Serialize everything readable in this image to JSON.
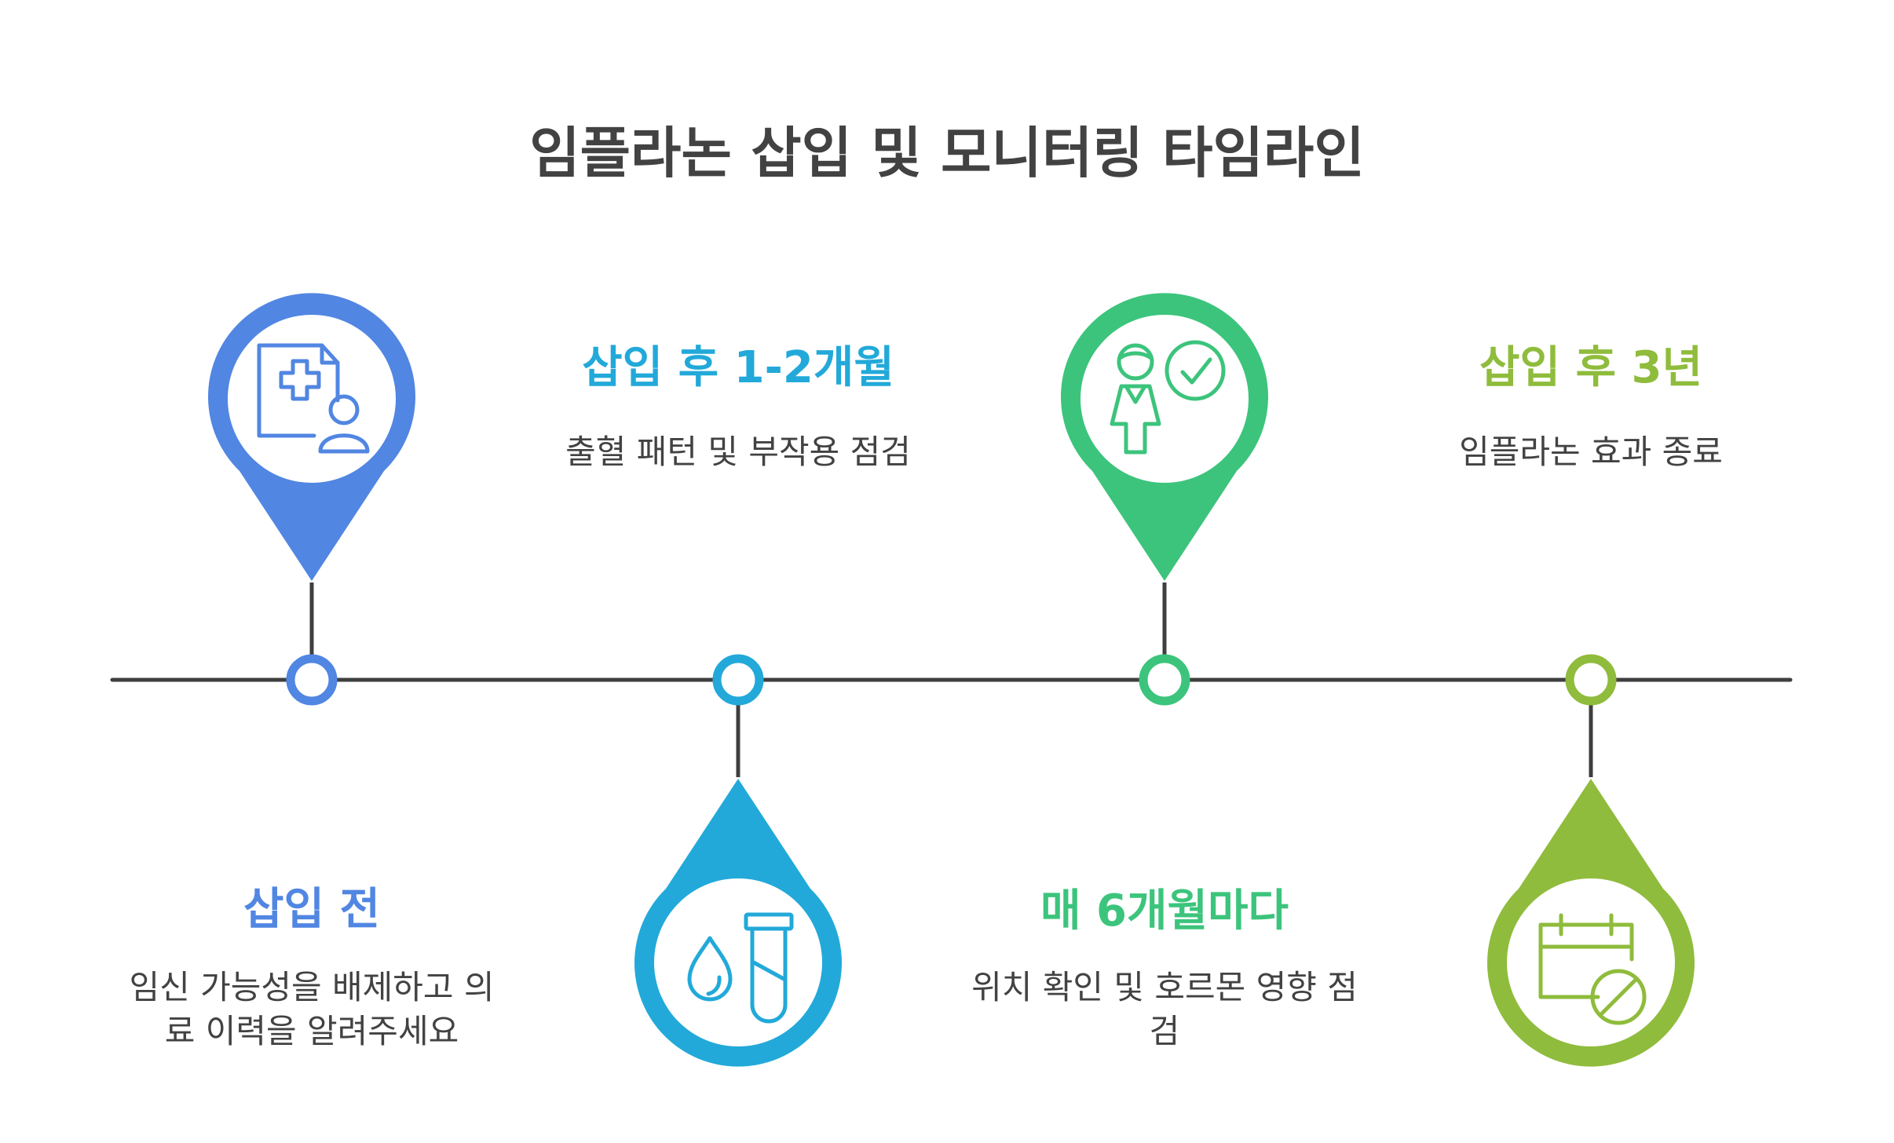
{
  "title": "임플라논 삽입 및 모니터링 타임라인",
  "colors": {
    "axis": "#3f3f3f",
    "step1": "#5186e2",
    "step2": "#22a9d9",
    "step3": "#3cc47c",
    "step4": "#8fbc3c"
  },
  "steps": [
    {
      "heading": "삽입 전",
      "description": "임신 가능성을 배제하고 의료 이력을 알려주세요",
      "icon": "medical-record-patient-icon"
    },
    {
      "heading": "삽입 후 1-2개월",
      "description": "출혈 패턴 및 부작용 점검",
      "icon": "blood-drop-test-tube-icon"
    },
    {
      "heading": "매 6개월마다",
      "description": "위치 확인 및 호르몬 영향 점검",
      "icon": "doctor-checkmark-icon"
    },
    {
      "heading": "삽입 후 3년",
      "description": "임플라논 효과 종료",
      "icon": "calendar-cancel-icon"
    }
  ]
}
